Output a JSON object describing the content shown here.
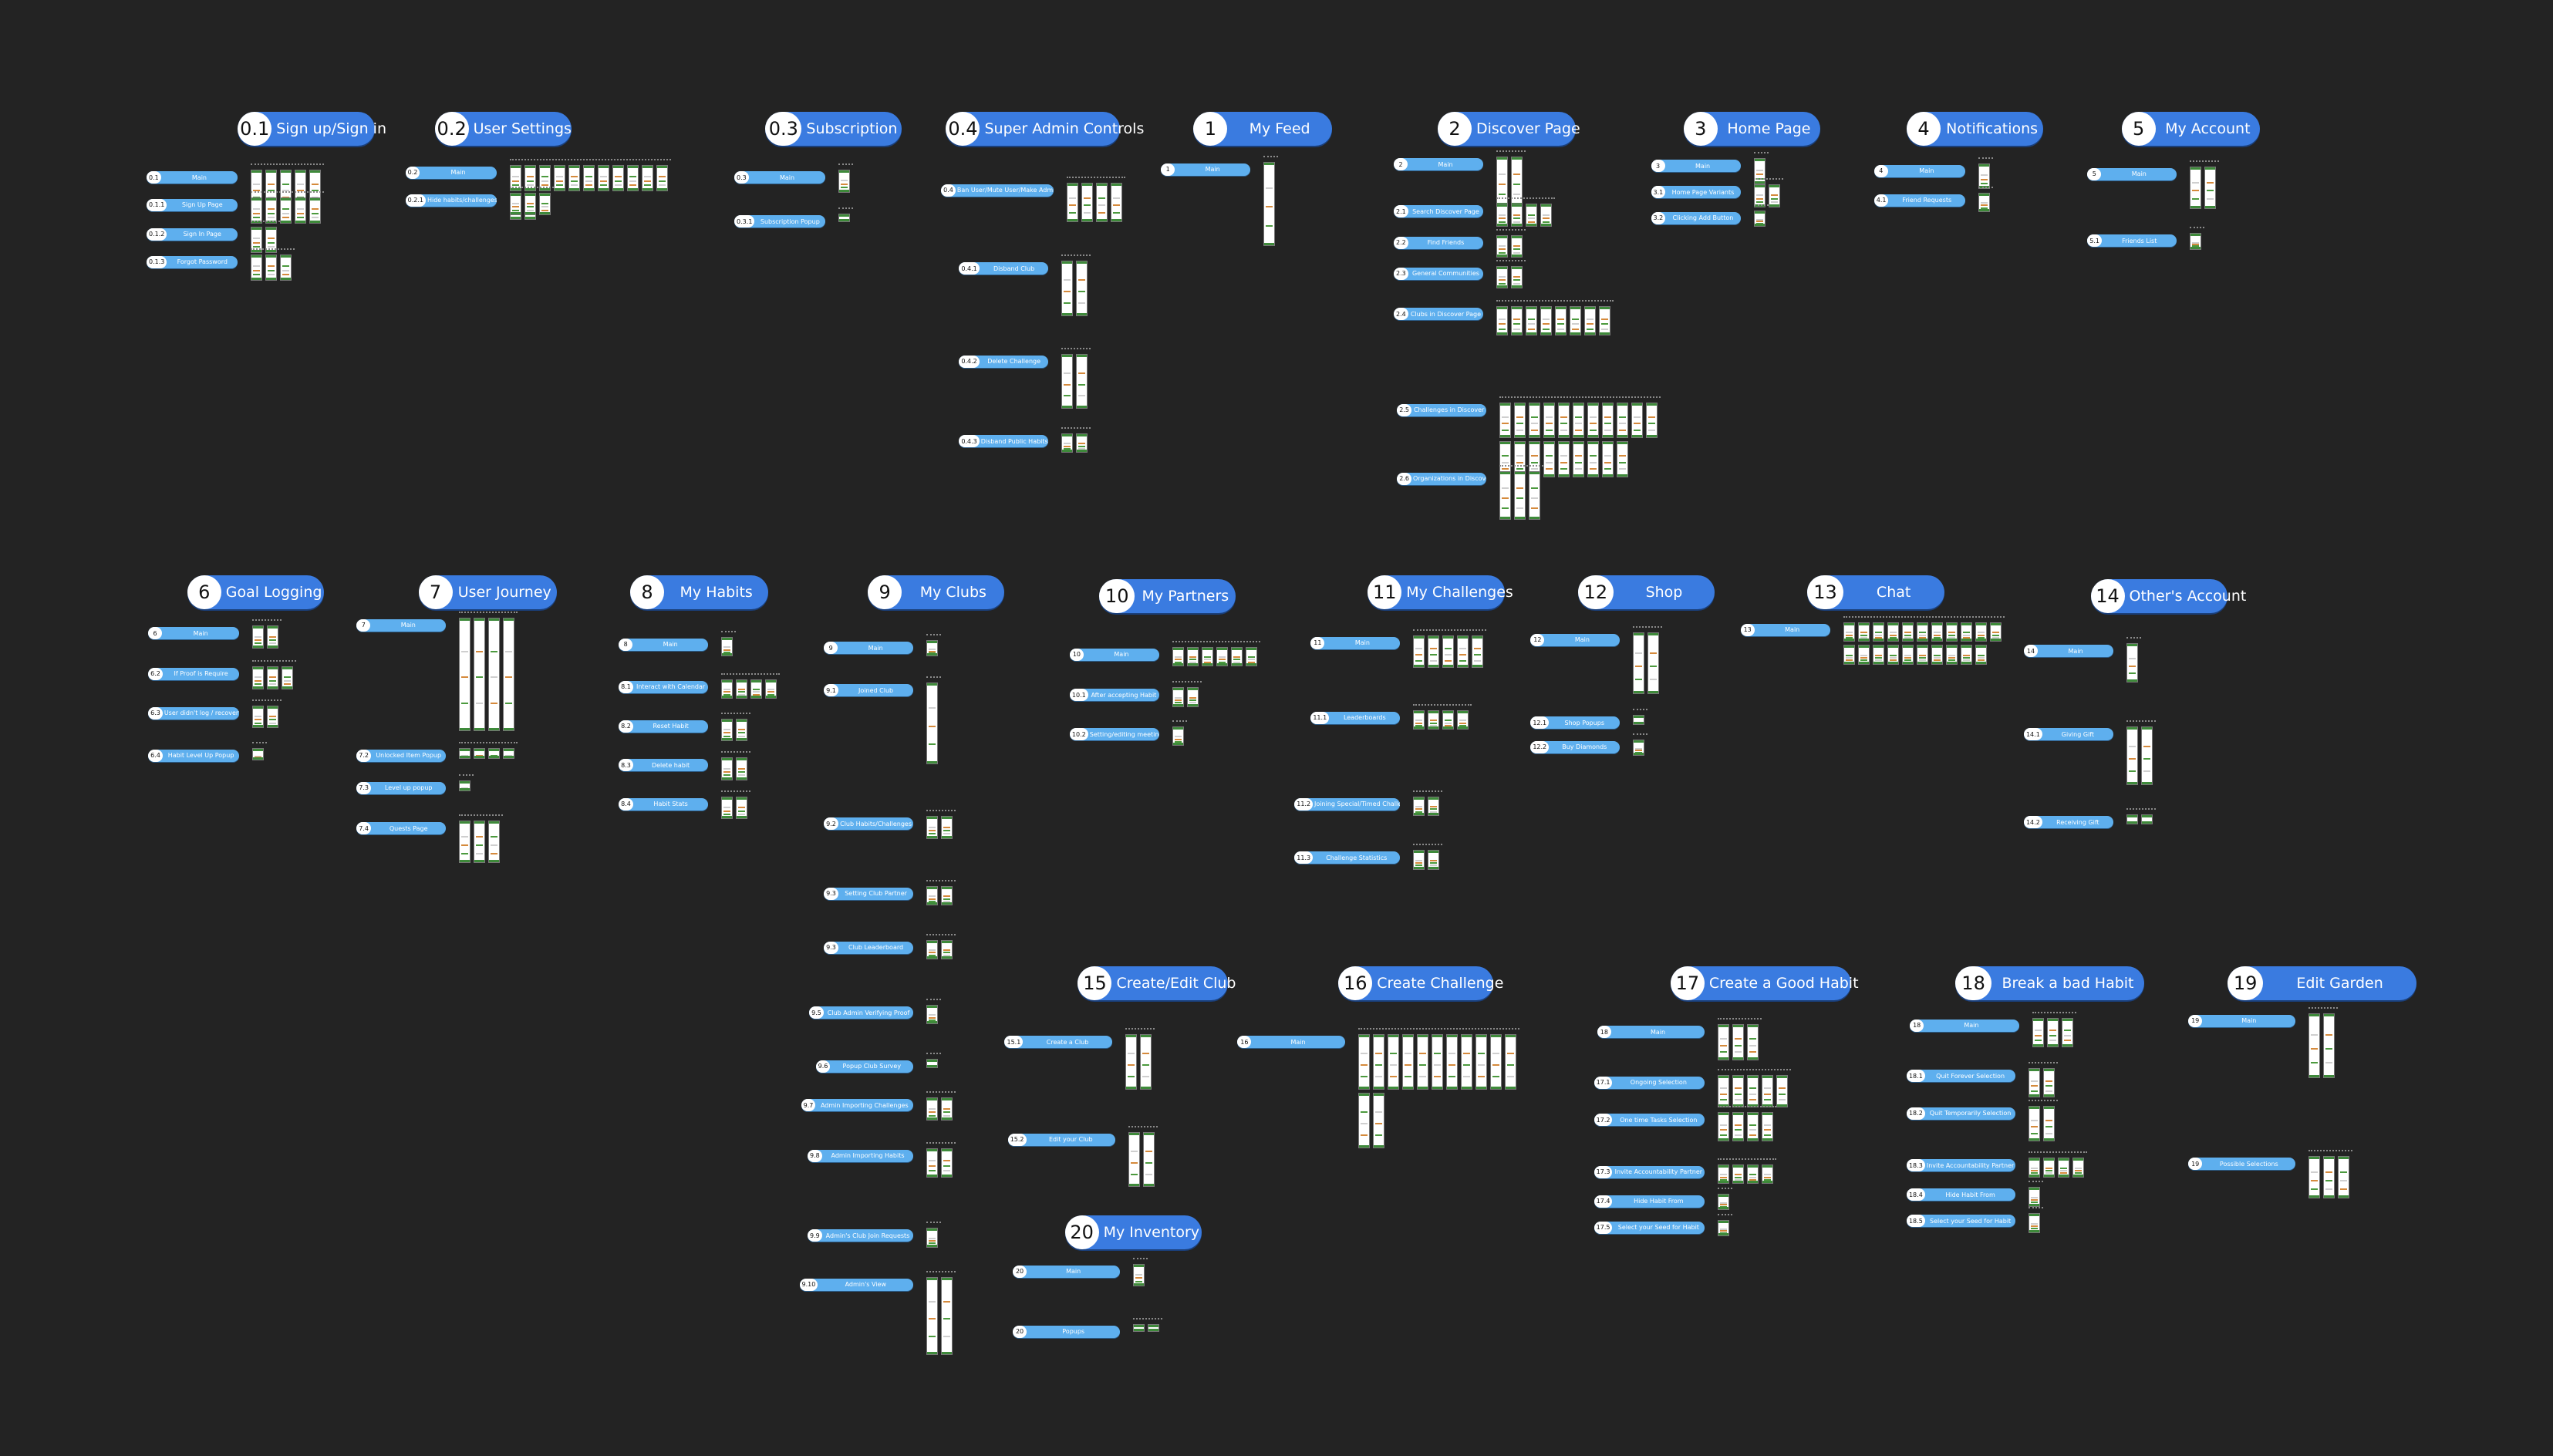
{
  "canvas": {
    "background": "#232323",
    "header_color": "#3a7be0",
    "sub_color": "#5eafee"
  },
  "sections": [
    {
      "num": "0.1",
      "title": "Sign up/Sign in",
      "subs": [
        {
          "num": "0.1",
          "label": "Main",
          "screens": 5
        },
        {
          "num": "0.1.1",
          "label": "Sign Up Page",
          "screens": 5
        },
        {
          "num": "0.1.2",
          "label": "Sign In Page",
          "screens": 2
        },
        {
          "num": "0.1.3",
          "label": "Forgot Password",
          "screens": 3
        }
      ]
    },
    {
      "num": "0.2",
      "title": "User Settings",
      "subs": [
        {
          "num": "0.2",
          "label": "Main",
          "screens": 13
        },
        {
          "num": "0.2.1",
          "label": "Hide habits/challenges",
          "screens": 3
        }
      ]
    },
    {
      "num": "0.3",
      "title": "Subscription",
      "subs": [
        {
          "num": "0.3",
          "label": "Main",
          "screens": 1
        },
        {
          "num": "0.3.1",
          "label": "Subscription Popup",
          "screens": 1
        }
      ]
    },
    {
      "num": "0.4",
      "title": "Super Admin Controls",
      "subs": [
        {
          "num": "0.4",
          "label": "Ban User/Mute User/Make Admin",
          "screens": 4
        },
        {
          "num": "0.4.1",
          "label": "Disband Club",
          "screens": 2
        },
        {
          "num": "0.4.2",
          "label": "Delete Challenge",
          "screens": 2
        },
        {
          "num": "0.4.3",
          "label": "Disband Public Habits",
          "screens": 2
        }
      ]
    },
    {
      "num": "1",
      "title": "My Feed",
      "subs": [
        {
          "num": "1",
          "label": "Main",
          "screens": 1
        }
      ]
    },
    {
      "num": "2",
      "title": "Discover Page",
      "subs": [
        {
          "num": "2",
          "label": "Main",
          "screens": 2
        },
        {
          "num": "2.1",
          "label": "Search Discover Page",
          "screens": 4
        },
        {
          "num": "2.2",
          "label": "Find Friends",
          "screens": 2
        },
        {
          "num": "2.3",
          "label": "General Communities",
          "screens": 2
        },
        {
          "num": "2.4",
          "label": "Clubs in Discover Page",
          "screens": 8
        },
        {
          "num": "2.5",
          "label": "Challenges in Discover",
          "screens": 20
        },
        {
          "num": "2.6",
          "label": "Organizations in Discover",
          "screens": 3
        }
      ]
    },
    {
      "num": "3",
      "title": "Home Page",
      "subs": [
        {
          "num": "3",
          "label": "Main",
          "screens": 1
        },
        {
          "num": "3.1",
          "label": "Home Page Variants",
          "screens": 2
        },
        {
          "num": "3.2",
          "label": "Clicking Add Button",
          "screens": 1
        }
      ]
    },
    {
      "num": "4",
      "title": "Notifications",
      "subs": [
        {
          "num": "4",
          "label": "Main",
          "screens": 1
        },
        {
          "num": "4.1",
          "label": "Friend Requests",
          "screens": 1
        }
      ]
    },
    {
      "num": "5",
      "title": "My Account",
      "subs": [
        {
          "num": "5",
          "label": "Main",
          "screens": 2
        },
        {
          "num": "5.1",
          "label": "Friends List",
          "screens": 1
        }
      ]
    },
    {
      "num": "6",
      "title": "Goal Logging",
      "subs": [
        {
          "num": "6",
          "label": "Main",
          "screens": 2
        },
        {
          "num": "6.2",
          "label": "If Proof is Require",
          "screens": 3
        },
        {
          "num": "6.3",
          "label": "User didn't log / recovery",
          "screens": 2
        },
        {
          "num": "6.4",
          "label": "Habit Level Up Popup",
          "screens": 1
        }
      ]
    },
    {
      "num": "7",
      "title": "User Journey",
      "subs": [
        {
          "num": "7",
          "label": "Main",
          "screens": 4
        },
        {
          "num": "7.2",
          "label": "Unlocked Item Popup",
          "screens": 4
        },
        {
          "num": "7.3",
          "label": "Level up popup",
          "screens": 1
        },
        {
          "num": "7.4",
          "label": "Quests Page",
          "screens": 3
        }
      ]
    },
    {
      "num": "8",
      "title": "My Habits",
      "subs": [
        {
          "num": "8",
          "label": "Main",
          "screens": 1
        },
        {
          "num": "8.1",
          "label": "Interact with Calendar",
          "screens": 4
        },
        {
          "num": "8.2",
          "label": "Reset Habit",
          "screens": 2
        },
        {
          "num": "8.3",
          "label": "Delete habit",
          "screens": 2
        },
        {
          "num": "8.4",
          "label": "Habit Stats",
          "screens": 2
        }
      ]
    },
    {
      "num": "9",
      "title": "My Clubs",
      "subs": [
        {
          "num": "9",
          "label": "Main",
          "screens": 1
        },
        {
          "num": "9.1",
          "label": "Joined Club",
          "screens": 1
        },
        {
          "num": "9.2",
          "label": "Club Habits/Challenges",
          "screens": 2
        },
        {
          "num": "9.3",
          "label": "Setting Club Partner",
          "screens": 2
        },
        {
          "num": "9.3",
          "label": "Club Leaderboard",
          "screens": 2
        },
        {
          "num": "9.5",
          "label": "Club Admin Verifying Proof",
          "screens": 1
        },
        {
          "num": "9.6",
          "label": "Popup Club Survey",
          "screens": 1
        },
        {
          "num": "9.7",
          "label": "Admin Importing Challenges",
          "screens": 2
        },
        {
          "num": "9.8",
          "label": "Admin Importing Habits",
          "screens": 2
        },
        {
          "num": "9.9",
          "label": "Admin's Club Join Requests",
          "screens": 1
        },
        {
          "num": "9.10",
          "label": "Admin's View",
          "screens": 2
        }
      ]
    },
    {
      "num": "10",
      "title": "My Partners",
      "subs": [
        {
          "num": "10",
          "label": "Main",
          "screens": 6
        },
        {
          "num": "10.1",
          "label": "After accepting Habit",
          "screens": 2
        },
        {
          "num": "10.2",
          "label": "Setting/editing meeting",
          "screens": 1
        }
      ]
    },
    {
      "num": "11",
      "title": "My Challenges",
      "subs": [
        {
          "num": "11",
          "label": "Main",
          "screens": 5
        },
        {
          "num": "11.1",
          "label": "Leaderboards",
          "screens": 4
        },
        {
          "num": "11.2",
          "label": "Joining Special/Timed Challenge",
          "screens": 2
        },
        {
          "num": "11.3",
          "label": "Challenge Statistics",
          "screens": 2
        }
      ]
    },
    {
      "num": "12",
      "title": "Shop",
      "subs": [
        {
          "num": "12",
          "label": "Main",
          "screens": 2
        },
        {
          "num": "12.1",
          "label": "Shop Popups",
          "screens": 1
        },
        {
          "num": "12.2",
          "label": "Buy Diamonds",
          "screens": 1
        }
      ]
    },
    {
      "num": "13",
      "title": "Chat",
      "subs": [
        {
          "num": "13",
          "label": "Main",
          "screens": 21
        }
      ]
    },
    {
      "num": "14",
      "title": "Other's Account",
      "subs": [
        {
          "num": "14",
          "label": "Main",
          "screens": 1
        },
        {
          "num": "14.1",
          "label": "Giving Gift",
          "screens": 2
        },
        {
          "num": "14.2",
          "label": "Receiving Gift",
          "screens": 2
        }
      ]
    },
    {
      "num": "15",
      "title": "Create/Edit Club",
      "subs": [
        {
          "num": "15.1",
          "label": "Create a Club",
          "screens": 2
        },
        {
          "num": "15.2",
          "label": "Edit your Club",
          "screens": 2
        }
      ]
    },
    {
      "num": "16",
      "title": "Create Challenge",
      "subs": [
        {
          "num": "16",
          "label": "Main",
          "screens": 13
        }
      ]
    },
    {
      "num": "17",
      "title": "Create a Good Habit",
      "subs": [
        {
          "num": "18",
          "label": "Main",
          "screens": 3
        },
        {
          "num": "17.1",
          "label": "Ongoing Selection",
          "screens": 5
        },
        {
          "num": "17.2",
          "label": "One time Tasks Selection",
          "screens": 4
        },
        {
          "num": "17.3",
          "label": "Invite Accountability Partner",
          "screens": 4
        },
        {
          "num": "17.4",
          "label": "Hide Habit From",
          "screens": 1
        },
        {
          "num": "17.5",
          "label": "Select your Seed for Habit",
          "screens": 1
        }
      ]
    },
    {
      "num": "18",
      "title": "Break a bad Habit",
      "subs": [
        {
          "num": "18",
          "label": "Main",
          "screens": 3
        },
        {
          "num": "18.1",
          "label": "Quit Forever Selection",
          "screens": 2
        },
        {
          "num": "18.2",
          "label": "Quit Temporarily Selection",
          "screens": 2
        },
        {
          "num": "18.3",
          "label": "Invite Accountability Partner",
          "screens": 4
        },
        {
          "num": "18.4",
          "label": "Hide Habit From",
          "screens": 1
        },
        {
          "num": "18.5",
          "label": "Select your Seed for Habit",
          "screens": 1
        }
      ]
    },
    {
      "num": "19",
      "title": "Edit Garden",
      "subs": [
        {
          "num": "19",
          "label": "Main",
          "screens": 2
        },
        {
          "num": "19",
          "label": "Possible Selections",
          "screens": 3
        }
      ]
    },
    {
      "num": "20",
      "title": "My Inventory",
      "subs": [
        {
          "num": "20",
          "label": "Main",
          "screens": 1
        },
        {
          "num": "20",
          "label": "Popups",
          "screens": 2
        }
      ]
    }
  ]
}
